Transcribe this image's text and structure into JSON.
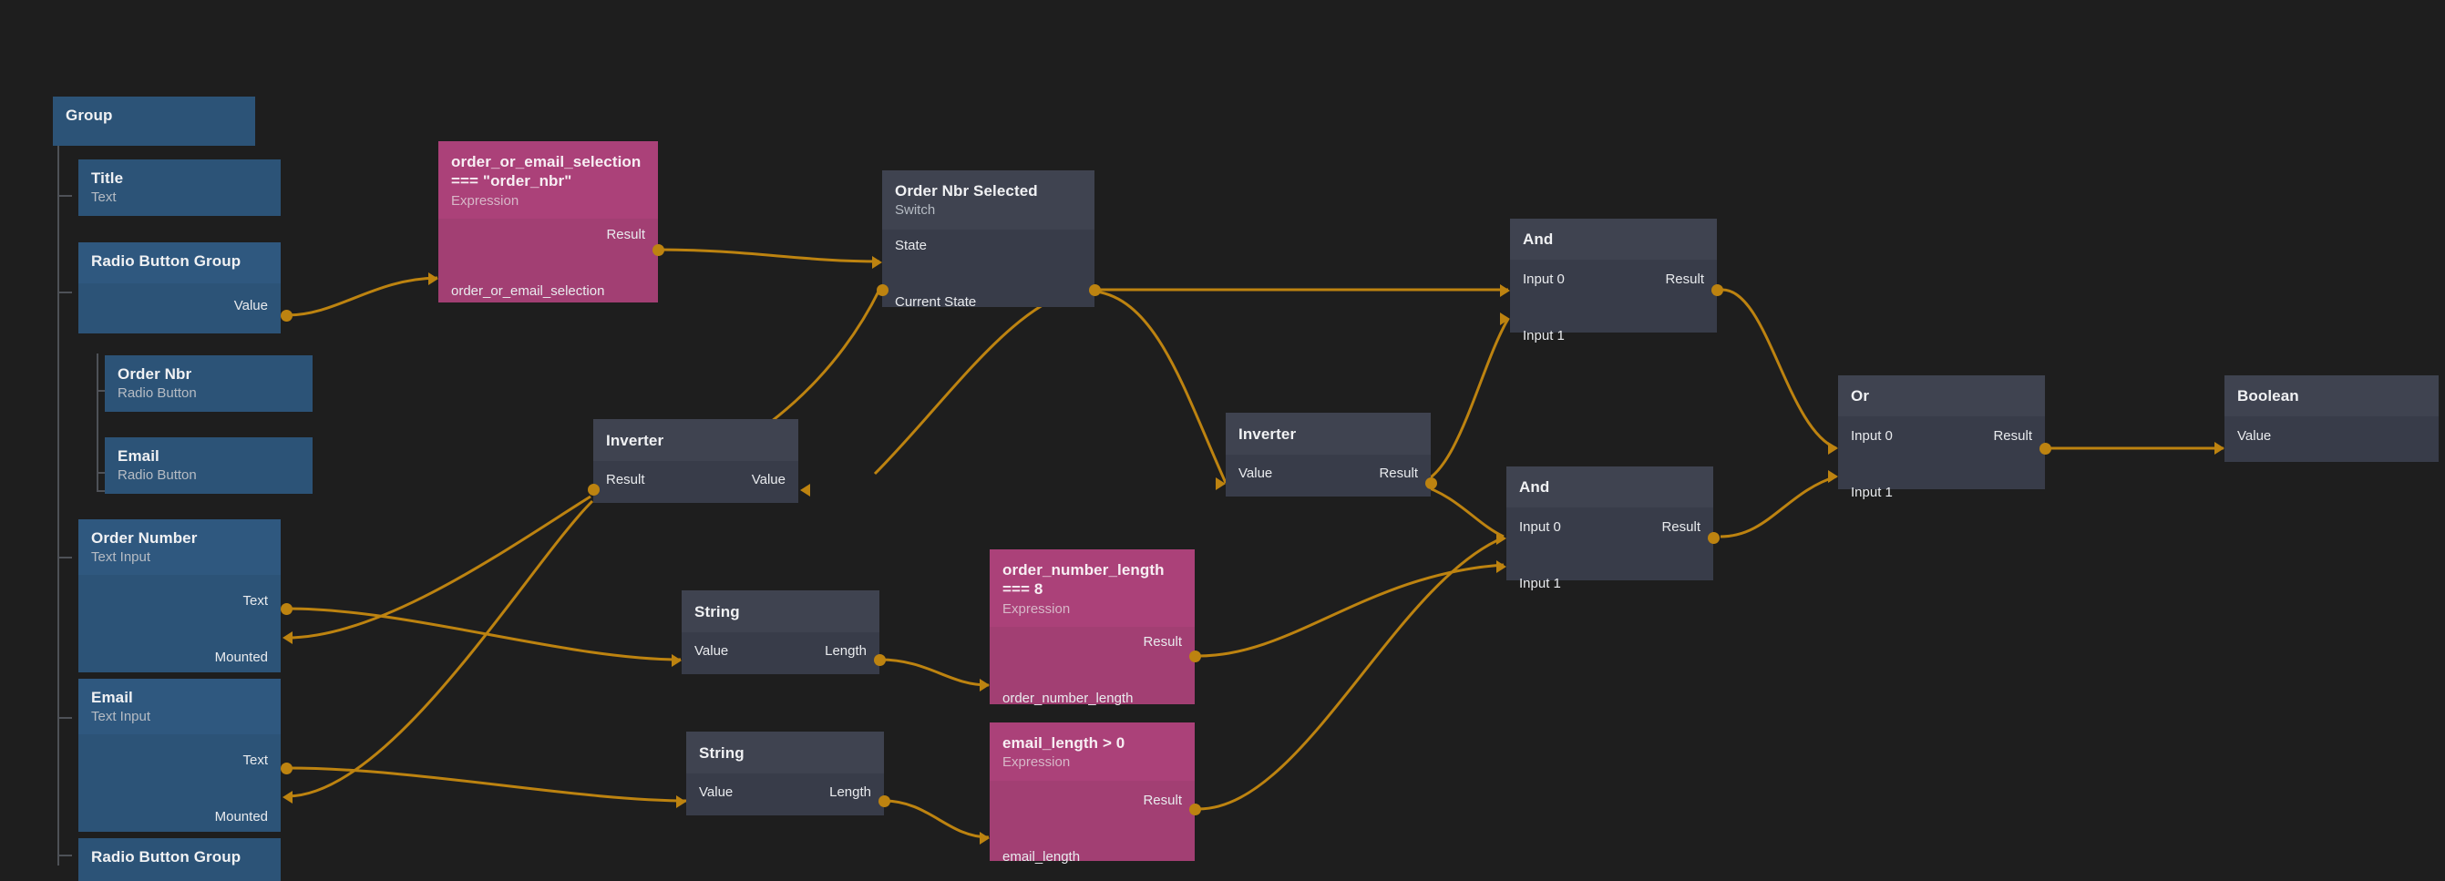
{
  "canvas": {
    "background": "#1e1e1e",
    "wire_color": "#bd8310",
    "node_blue": "#2c5377",
    "node_dark": "#383c49",
    "node_pink": "#a23f73"
  },
  "nodes": {
    "group": {
      "title": "Group",
      "subtitle": ""
    },
    "title_text": {
      "title": "Title",
      "subtitle": "Text"
    },
    "radio_group_1": {
      "title": "Radio Button Group",
      "subtitle": "",
      "out_value": "Value"
    },
    "radio_order_nbr": {
      "title": "Order Nbr",
      "subtitle": "Radio Button"
    },
    "radio_email": {
      "title": "Email",
      "subtitle": "Radio Button"
    },
    "order_number_in": {
      "title": "Order Number",
      "subtitle": "Text Input",
      "out_text": "Text",
      "in_mounted": "Mounted"
    },
    "email_in": {
      "title": "Email",
      "subtitle": "Text Input",
      "out_text": "Text",
      "in_mounted": "Mounted"
    },
    "radio_group_2": {
      "title": "Radio Button Group",
      "subtitle": ""
    },
    "expr_selection": {
      "title": "order_or_email_selection === \"order_nbr\"",
      "subtitle": "Expression",
      "out_result": "Result",
      "in_arg": "order_or_email_selection"
    },
    "switch_order_nbr": {
      "title": "Order Nbr Selected",
      "subtitle": "Switch",
      "in_state": "State",
      "io_current_state": "Current State"
    },
    "inverter_left": {
      "title": "Inverter",
      "subtitle": "",
      "out_result": "Result",
      "in_value": "Value"
    },
    "inverter_mid": {
      "title": "Inverter",
      "subtitle": "",
      "in_value": "Value",
      "out_result": "Result"
    },
    "string_top": {
      "title": "String",
      "subtitle": "",
      "in_value": "Value",
      "out_length": "Length"
    },
    "string_bottom": {
      "title": "String",
      "subtitle": "",
      "in_value": "Value",
      "out_length": "Length"
    },
    "expr_order_len": {
      "title": "order_number_length === 8",
      "subtitle": "Expression",
      "out_result": "Result",
      "in_arg": "order_number_length"
    },
    "expr_email_len": {
      "title": "email_length > 0",
      "subtitle": "Expression",
      "out_result": "Result",
      "in_arg": "email_length"
    },
    "and_top": {
      "title": "And",
      "subtitle": "",
      "in_0": "Input 0",
      "in_1": "Input 1",
      "out_result": "Result"
    },
    "and_bottom": {
      "title": "And",
      "subtitle": "",
      "in_0": "Input 0",
      "in_1": "Input 1",
      "out_result": "Result"
    },
    "or_node": {
      "title": "Or",
      "subtitle": "",
      "in_0": "Input 0",
      "in_1": "Input 1",
      "out_result": "Result"
    },
    "boolean_node": {
      "title": "Boolean",
      "subtitle": "",
      "in_value": "Value"
    }
  }
}
